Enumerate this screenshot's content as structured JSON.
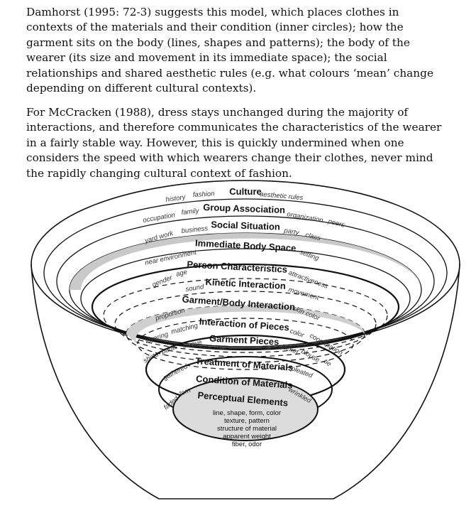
{
  "paragraphs": [
    "Damhorst (1995: 72-3) suggests this model, which places clothes in contexts of the materials and their condition (inner circles); how the garment sits on the body (lines, shapes and patterns); the body of the wearer (its size and movement in its immediate space); the social relationships and shared aesthetic rules (e.g. what colours ‘mean’ change depending on different cultural contexts).",
    "For McCracken (1988), dress stays unchanged during the majority of interactions, and therefore communicates the characteristics of the wearer in a fairly stable way. However, this is quickly undermined when one considers the speed with which wearers change their clothes, never mind the rapidly changing cultural context of fashion."
  ],
  "diagram": {
    "rings": [
      {
        "title": "Culture",
        "labels": [
          "history",
          "fashion",
          "aesthetic rules"
        ]
      },
      {
        "title": "Group Association",
        "labels": [
          "occupation",
          "family",
          "organization",
          "peers"
        ]
      },
      {
        "title": "Social Situation",
        "labels": [
          "yard work",
          "business",
          "party",
          "class"
        ]
      },
      {
        "title": "Immediate Body Space",
        "labels": [
          "near environment",
          "setting"
        ]
      },
      {
        "title": "Person Characteristics",
        "labels": [
          "gender",
          "age",
          "attractiveness"
        ]
      },
      {
        "title": "Kinetic Interaction",
        "labels": [
          "sound",
          "movement"
        ]
      },
      {
        "title": "Garment/Body Interaction",
        "labels": [
          "proportion",
          "skin color"
        ]
      },
      {
        "title": "Interaction of Pieces",
        "labels": [
          "layering",
          "matching",
          "color",
          "coordination"
        ]
      },
      {
        "title": "Garment Pieces",
        "labels": [
          "shirts",
          "pants",
          "sleeve",
          "jacket",
          "blouse",
          "tie"
        ]
      },
      {
        "title": "Treatment of Materials",
        "labels": [
          "gathered",
          "pleated"
        ]
      },
      {
        "title": "Condition of Materials",
        "labels": [
          "faded",
          "torn",
          "wrinkled"
        ]
      },
      {
        "title": "Perceptual Elements",
        "labels": []
      }
    ],
    "core_lines": [
      "line, shape, form, color",
      "texture, pattern",
      "structure of material",
      "apparent weight",
      "fiber, odor"
    ]
  }
}
